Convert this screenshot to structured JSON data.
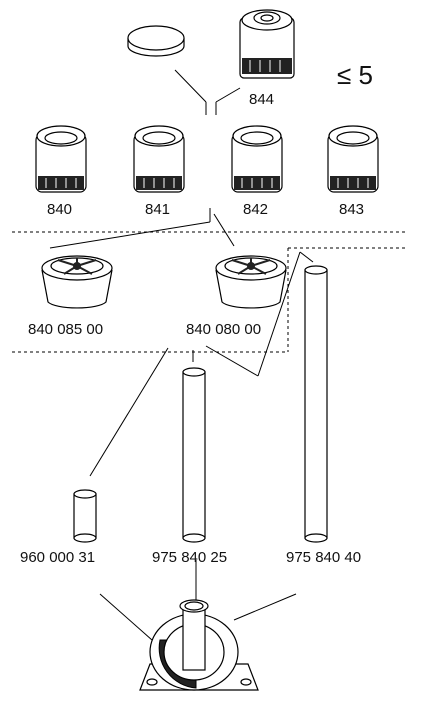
{
  "max_label": "≤ 5",
  "parts": {
    "cap_844": "844",
    "module_840": "840",
    "module_841": "841",
    "module_842": "842",
    "module_843": "843",
    "base_a": "840 085 00",
    "base_b": "840 080 00",
    "tube_short": "960 000 31",
    "tube_mid": "975 840 25",
    "tube_long": "975 840 40"
  }
}
